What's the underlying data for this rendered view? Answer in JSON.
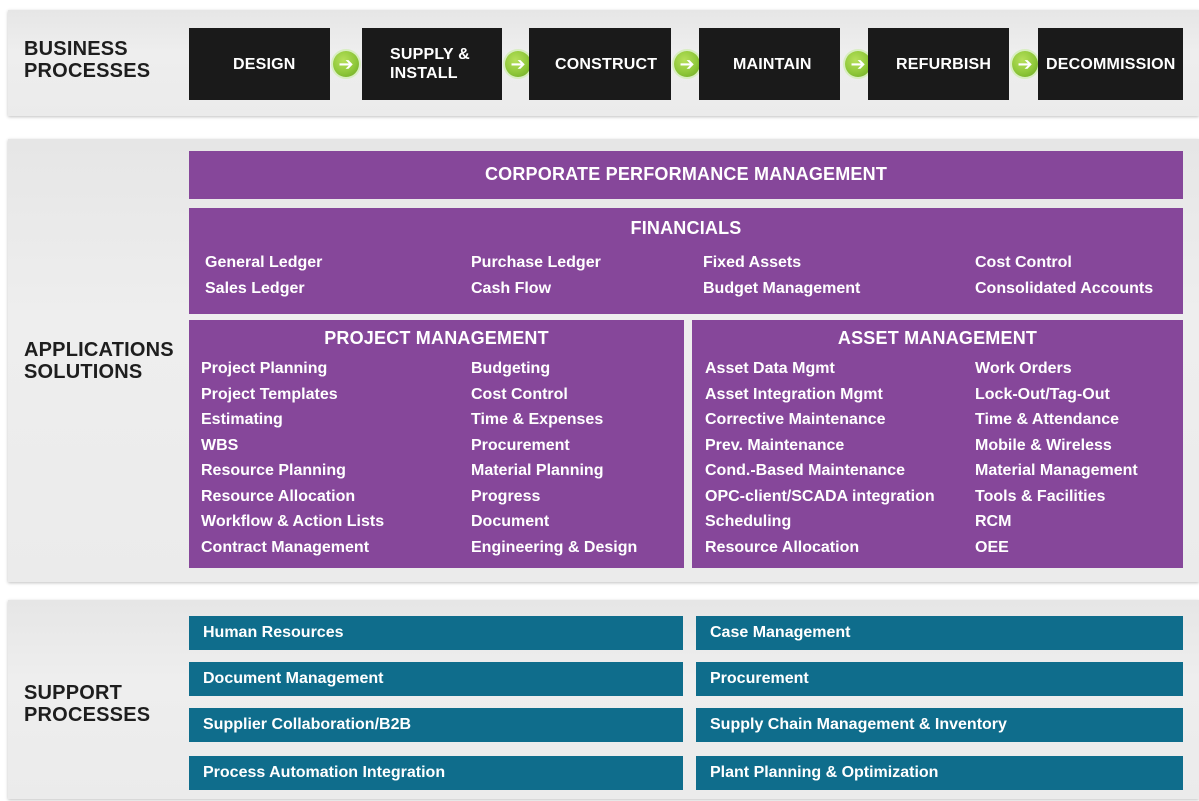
{
  "business": {
    "label": [
      "BUSINESS",
      "PROCESSES"
    ],
    "steps": [
      "DESIGN",
      "SUPPLY &\nINSTALL",
      "CONSTRUCT",
      "MAINTAIN",
      "REFURBISH",
      "DECOMMISSION"
    ],
    "arrow_glyph": "➔"
  },
  "applications": {
    "label": [
      "APPLICATIONS",
      "SOLUTIONS"
    ],
    "cpm": "CORPORATE PERFORMANCE MANAGEMENT",
    "financials": {
      "title": "FINANCIALS",
      "items": [
        "General Ledger",
        "Sales Ledger",
        "Purchase Ledger",
        "Cash Flow",
        "Fixed Assets",
        "Budget Management",
        "Cost Control",
        "Consolidated Accounts"
      ]
    },
    "project": {
      "title": "PROJECT MANAGEMENT",
      "col1": [
        "Project Planning",
        "Project Templates",
        "Estimating",
        "WBS",
        "Resource Planning",
        "Resource Allocation",
        "Workflow & Action Lists",
        "Contract Management"
      ],
      "col2": [
        "Budgeting",
        "Cost Control",
        "Time & Expenses",
        "Procurement",
        "Material Planning",
        "Progress",
        "Document",
        "Engineering & Design"
      ]
    },
    "asset": {
      "title": "ASSET MANAGEMENT",
      "col1": [
        "Asset Data Mgmt",
        "Asset Integration Mgmt",
        "Corrective Maintenance",
        "Prev. Maintenance",
        "Cond.-Based Maintenance",
        "OPC-client/SCADA integration",
        "Scheduling",
        "Resource Allocation"
      ],
      "col2": [
        "Work Orders",
        "Lock-Out/Tag-Out",
        "Time & Attendance",
        "Mobile & Wireless",
        "Material Management",
        "Tools & Facilities",
        "RCM",
        "OEE"
      ]
    }
  },
  "support": {
    "label": [
      "SUPPORT",
      "PROCESSES"
    ],
    "left": [
      "Human Resources",
      "Document Management",
      "Supplier Collaboration/B2B",
      "Process Automation Integration"
    ],
    "right": [
      "Case Management",
      "Procurement",
      "Supply Chain Management & Inventory",
      "Plant Planning & Optimization"
    ]
  },
  "colors": {
    "purple": "#86479a",
    "teal": "#0f6d8c",
    "black": "#1a1a1a",
    "arrow": "#8fc83a"
  }
}
